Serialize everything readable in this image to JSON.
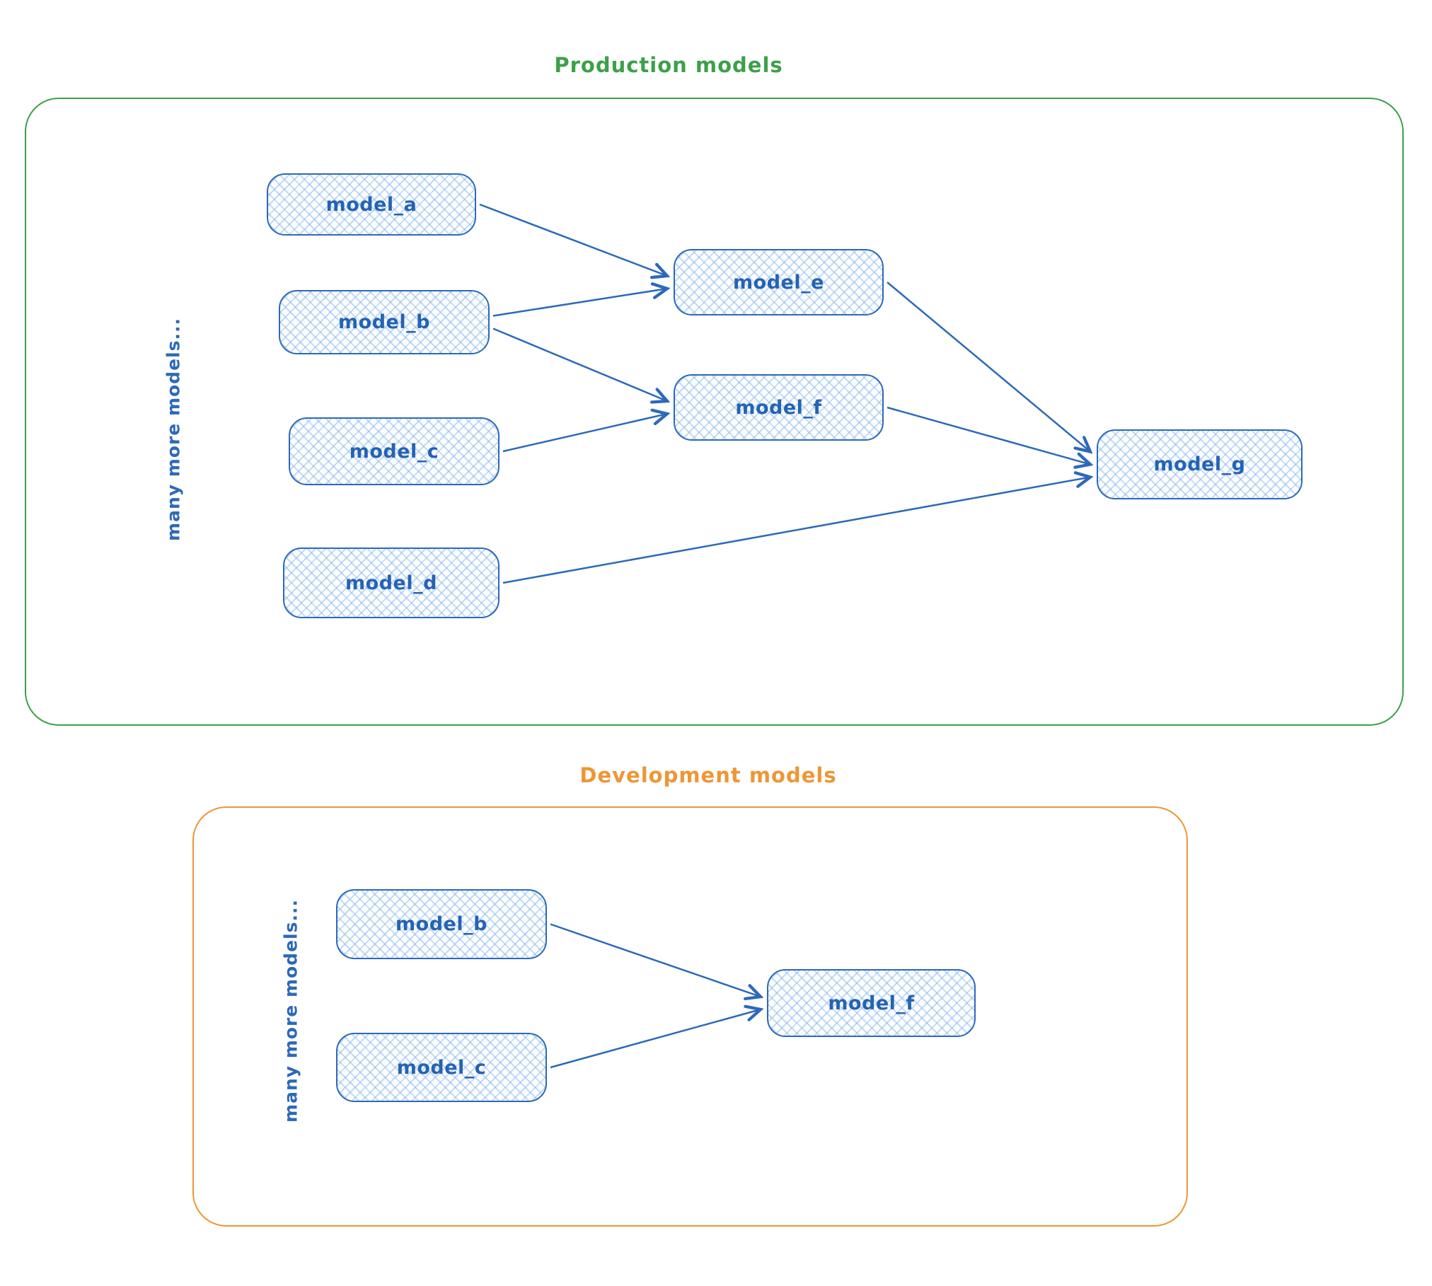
{
  "production": {
    "title": "Production models",
    "side_label": "many more models...",
    "nodes": [
      {
        "id": "model_a",
        "label": "model_a"
      },
      {
        "id": "model_b",
        "label": "model_b"
      },
      {
        "id": "model_c",
        "label": "model_c"
      },
      {
        "id": "model_d",
        "label": "model_d"
      },
      {
        "id": "model_e",
        "label": "model_e"
      },
      {
        "id": "model_f",
        "label": "model_f"
      },
      {
        "id": "model_g",
        "label": "model_g"
      }
    ],
    "edges": [
      {
        "from": "model_a",
        "to": "model_e"
      },
      {
        "from": "model_b",
        "to": "model_e"
      },
      {
        "from": "model_b",
        "to": "model_f"
      },
      {
        "from": "model_c",
        "to": "model_f"
      },
      {
        "from": "model_e",
        "to": "model_g"
      },
      {
        "from": "model_f",
        "to": "model_g"
      },
      {
        "from": "model_d",
        "to": "model_g"
      }
    ]
  },
  "development": {
    "title": "Development models",
    "side_label": "many more models...",
    "nodes": [
      {
        "id": "model_b",
        "label": "model_b"
      },
      {
        "id": "model_c",
        "label": "model_c"
      },
      {
        "id": "model_f",
        "label": "model_f"
      }
    ],
    "edges": [
      {
        "from": "model_b",
        "to": "model_f"
      },
      {
        "from": "model_c",
        "to": "model_f"
      }
    ]
  },
  "colors": {
    "production_border": "#3da04a",
    "development_border": "#ee9636",
    "node_stroke": "#2d69b9",
    "node_hatch": "#aecdf0",
    "label_blue": "#2463b5"
  }
}
